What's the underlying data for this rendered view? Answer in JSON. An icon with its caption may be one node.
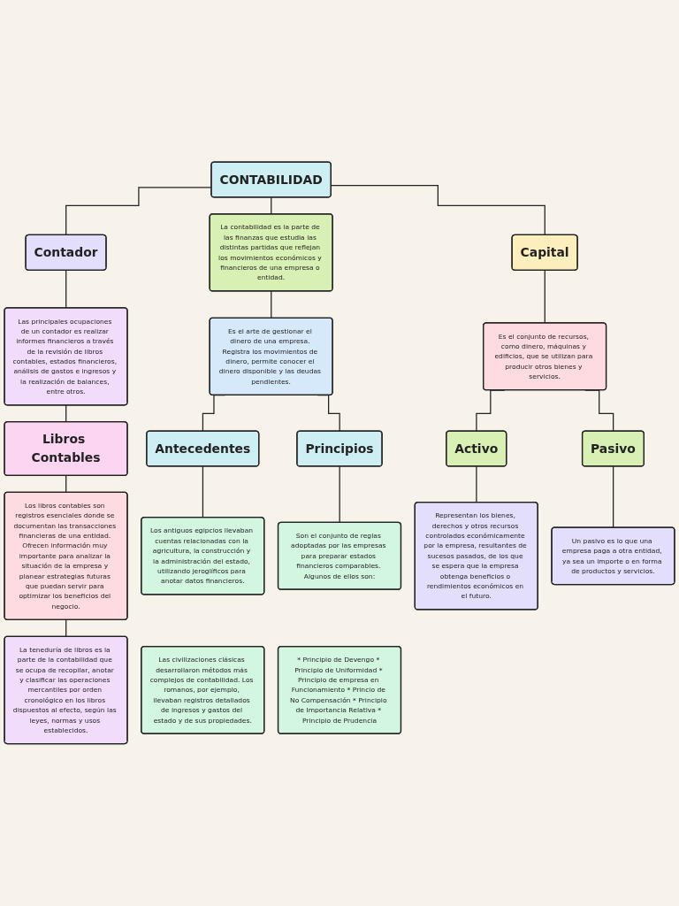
{
  "diagram": {
    "nodes": [
      {
        "text": [
          "CONTABILIDAD"
        ]
      },
      {
        "text": [
          "Contador"
        ]
      },
      {
        "text": [
          "Las principales ocupaciones de un contador es realizar informes financieros a través de la revisión de libros contables, estados financieros, análisis de gastos e ingresos y la realización de balances, entre otros."
        ]
      },
      {
        "text": [
          "Libros Contables"
        ]
      },
      {
        "text": [
          "Los libros contables son registros esenciales donde se documentan las transacciones financieras de una entidad. Ofrecen información muy importante para analizar la situación de la empresa y planear estrategias futuras que puedan servir para optimizar los beneficios del negocio."
        ]
      },
      {
        "text": [
          "La teneduría de libros es la parte de la contabilidad que se ocupa de recopilar, anotar y clasificar las operaciones mercantiles por orden cronológico en los libros dispuestos al efecto, según las leyes, normas y usos establecidos."
        ]
      },
      {
        "text": [
          "La contabilidad es la parte de las finanzas que estudia las distintas partidas que reflejan los movimientos económicos y financieros de una empresa o entidad."
        ]
      },
      {
        "text": [
          "Es el arte de gestionar el dinero de una empresa. Registra los movimientos de dinero, permite conocer el dinero disponible y las deudas pendientes."
        ]
      },
      {
        "text": [
          "Antecedentes"
        ]
      },
      {
        "text": [
          "Principios"
        ]
      },
      {
        "text": [
          "Los antiguos egipcios llevaban cuentas relacionadas con la agricultura, la construcción y la administración del estado, utilizando jeroglíficos para anotar datos financieros."
        ]
      },
      {
        "text": [
          "Las civilizaciones clásicas desarrollaron métodos más complejos de contabilidad. Los romanos, por ejemplo, llevaban registros detallados de ingresos y gastos del estado y de sus propiedades."
        ]
      },
      {
        "text": [
          "Son el conjunto de reglas adoptadas por las empresas para preparar estados financieros comparables. Algunos de ellos son:"
        ]
      },
      {
        "text": [
          "* Principio de Devengo * Principio de Uniformidad * Principio de empresa en Funcionamiento * Princio de No Compensación * Principio de Importancia Relativa * Principio de Prudencia"
        ]
      },
      {
        "text": [
          "Capital"
        ]
      },
      {
        "text": [
          "Es el conjunto de recursos, como dinero, máquinas y edificios, que se utilizan para producir otros bienes y servicios."
        ]
      },
      {
        "text": [
          "Activo"
        ]
      },
      {
        "text": [
          "Pasivo"
        ]
      },
      {
        "text": [
          "Representan los bienes, derechos y otros recursos controlados económicamente por la empresa, resultantes de sucesos pasados, de los que se espera que la empresa obtenga beneficios o rendimientos económicos en el futuro."
        ]
      },
      {
        "text": [
          "Un pasivo es lo que una empresa paga a otra entidad, ya sea un importe o en forma de productos y servicios."
        ]
      }
    ],
    "edges": [
      {
        "from": 0,
        "to": 1,
        "arrow": "none"
      },
      {
        "from": 0,
        "to": 6,
        "arrow": "none"
      },
      {
        "from": 0,
        "to": 14,
        "arrow": "none"
      },
      {
        "from": 1,
        "to": 2,
        "arrow": "none"
      },
      {
        "from": 2,
        "to": 3,
        "arrow": "none"
      },
      {
        "from": 3,
        "to": 4,
        "arrow": "none"
      },
      {
        "from": 4,
        "to": 5,
        "arrow": "none"
      },
      {
        "from": 6,
        "to": 7,
        "arrow": "none"
      },
      {
        "from": 7,
        "to": 8,
        "arrow": "none"
      },
      {
        "from": 7,
        "to": 9,
        "arrow": "none"
      },
      {
        "from": 8,
        "to": 10,
        "arrow": "none"
      },
      {
        "from": 9,
        "to": 12,
        "arrow": "none"
      },
      {
        "from": 14,
        "to": 15,
        "arrow": "none"
      },
      {
        "from": 15,
        "to": 16,
        "arrow": "none"
      },
      {
        "from": 15,
        "to": 17,
        "arrow": "none"
      },
      {
        "from": 16,
        "to": 18,
        "arrow": "none"
      },
      {
        "from": 17,
        "to": 19,
        "arrow": "none"
      }
    ]
  }
}
